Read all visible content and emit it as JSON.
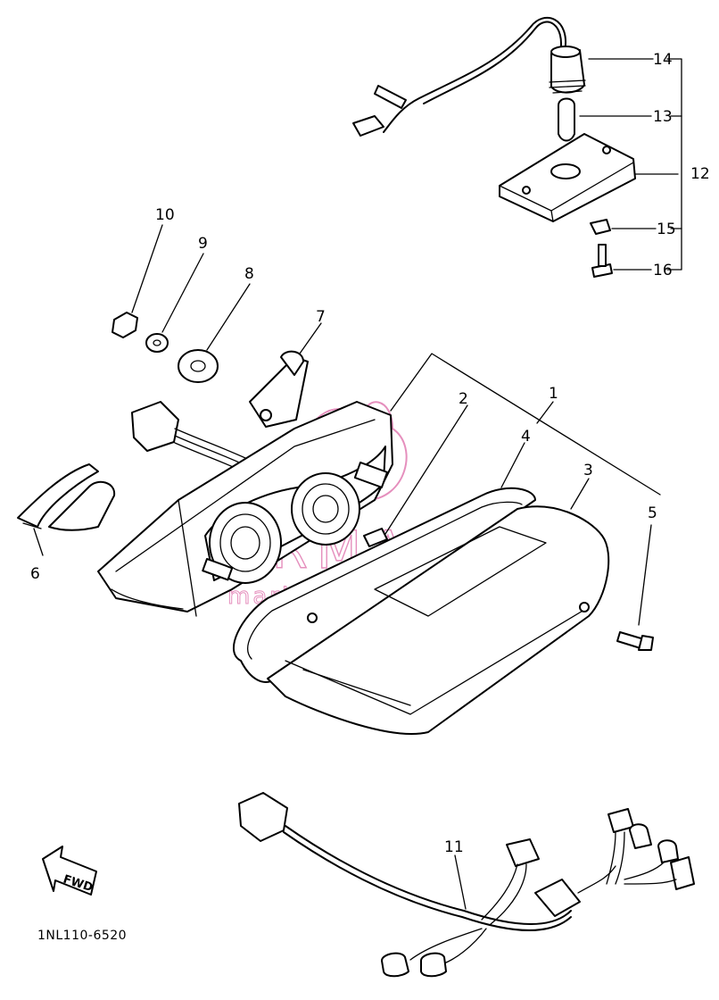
{
  "diagram_code": "1NL110-6520",
  "watermark": {
    "brand": "ARMADA",
    "tagline": "marine outboards",
    "color": "#e58fbd"
  },
  "fwd_label": "FWD",
  "callouts": [
    "1",
    "2",
    "3",
    "4",
    "5",
    "6",
    "7",
    "8",
    "9",
    "10",
    "11",
    "12",
    "13",
    "14",
    "15",
    "16"
  ]
}
